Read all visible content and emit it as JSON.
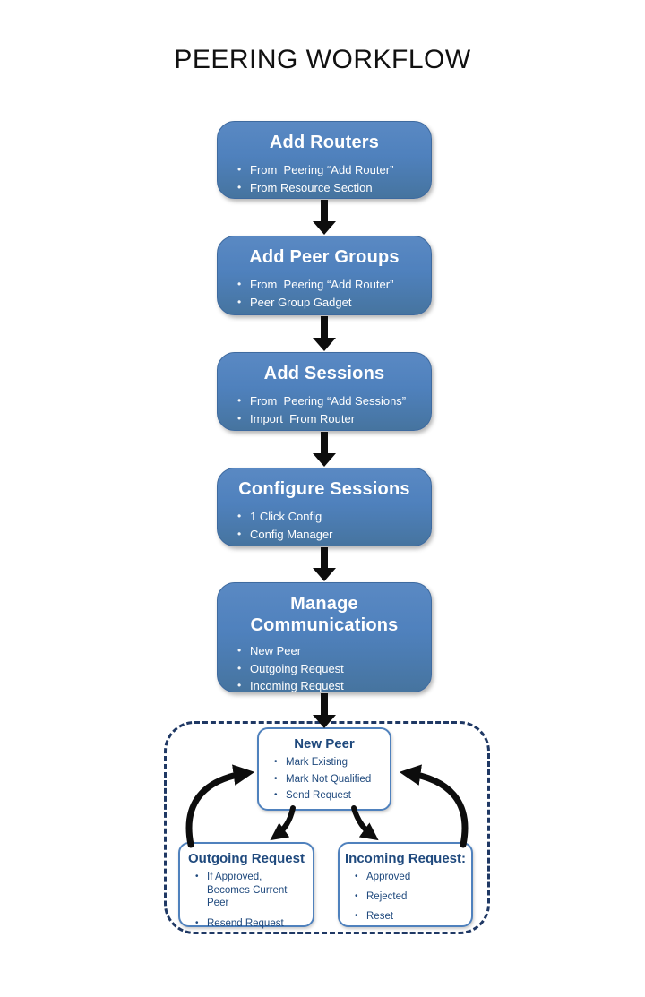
{
  "title": "PEERING WORKFLOW",
  "colors": {
    "box_blue": "#4f81bd",
    "box_blue_dark": "#46749f",
    "box_border": "#3e6a9f",
    "panel_dash": "#1f3864",
    "dark_text": "#1f497d",
    "arrow": "#0d0d0d"
  },
  "flow_boxes": [
    {
      "title": "Add Routers",
      "bullets": [
        "From  Peering “Add Router”",
        "From Resource Section"
      ]
    },
    {
      "title": "Add Peer Groups",
      "bullets": [
        "From  Peering “Add Router”",
        "Peer Group Gadget"
      ]
    },
    {
      "title": "Add Sessions",
      "bullets": [
        "From  Peering “Add Sessions”",
        "Import  From Router"
      ]
    },
    {
      "title": "Configure Sessions",
      "bullets": [
        "1 Click Config",
        "Config Manager"
      ]
    },
    {
      "title": "Manage Communications",
      "bullets": [
        "New Peer",
        "Outgoing Request",
        "Incoming Request"
      ]
    }
  ],
  "sub_boxes": [
    {
      "title": "New Peer",
      "bullets": [
        "Mark Existing",
        "Mark Not Qualified",
        "Send Request"
      ]
    },
    {
      "title": "Outgoing Request",
      "bullets": [
        "If Approved, Becomes Current Peer",
        "Resend Request"
      ]
    },
    {
      "title": "Incoming Request:",
      "bullets": [
        "Approved",
        "Rejected",
        "Reset"
      ]
    }
  ]
}
